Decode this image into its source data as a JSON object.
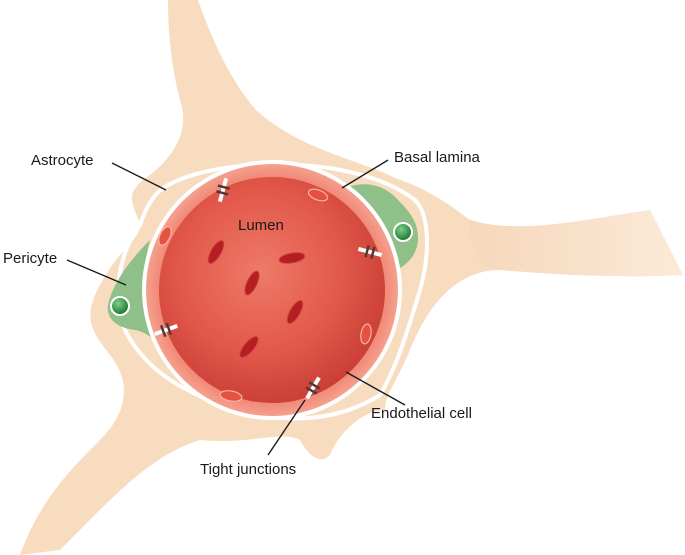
{
  "labels": {
    "astrocyte": "Astrocyte",
    "basal_lamina": "Basal lamina",
    "lumen": "Lumen",
    "pericyte": "Pericyte",
    "endothelial_cell": "Endothelial cell",
    "tight_junctions": "Tight junctions"
  },
  "colors": {
    "astrocyte": "#f8dcc0",
    "pericyte": "#8fc08a",
    "pericyte_nucleus": "#2e8b3e",
    "basal_lamina": "#ffffff",
    "endothelium": "#e8604a",
    "lumen": "#d9453a",
    "red_blood_cell": "#b51e22",
    "junction": "#4a3a36"
  }
}
